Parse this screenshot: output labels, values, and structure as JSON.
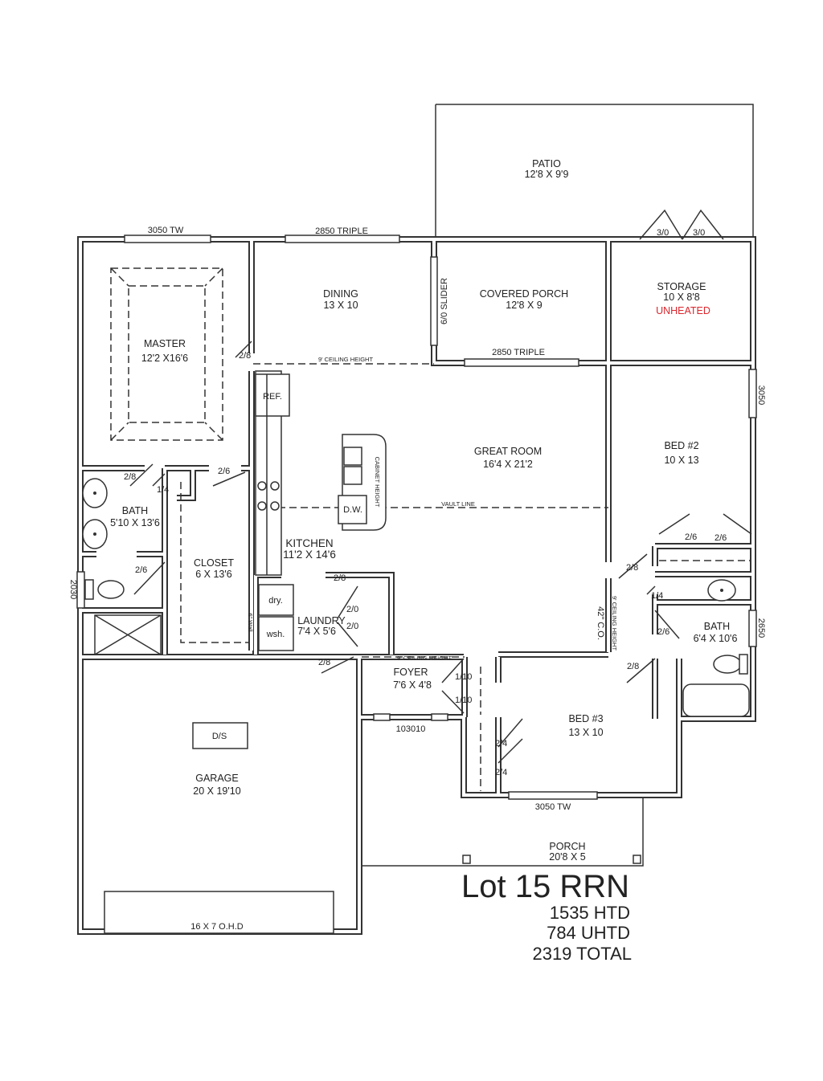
{
  "plan": {
    "rooms": {
      "patio": {
        "name": "PATIO",
        "size": "12'8 X 9'9"
      },
      "dining": {
        "name": "DINING",
        "size": "13 X 10"
      },
      "covered_porch": {
        "name": "COVERED PORCH",
        "size": "12'8 X 9"
      },
      "storage": {
        "name": "STORAGE",
        "size": "10 X 8'8",
        "note": "UNHEATED"
      },
      "master": {
        "name": "MASTER",
        "size": "12'2 X16'6"
      },
      "great_room": {
        "name": "GREAT ROOM",
        "size": "16'4 X 21'2"
      },
      "bed2": {
        "name": "BED #2",
        "size": "10 X 13"
      },
      "master_bath": {
        "name": "BATH",
        "size": "5'10 X 13'6"
      },
      "closet": {
        "name": "CLOSET",
        "size": "6 X 13'6"
      },
      "kitchen": {
        "name": "KITCHEN",
        "size": "11'2 X 14'6"
      },
      "laundry": {
        "name": "LAUNDRY",
        "size": "7'4 X 5'6"
      },
      "bath2": {
        "name": "BATH",
        "size": "6'4 X 10'6"
      },
      "foyer": {
        "name": "FOYER",
        "size": "7'6 X 4'8"
      },
      "bed3": {
        "name": "BED #3",
        "size": "13 X 10"
      },
      "garage": {
        "name": "GARAGE",
        "size": "20 X 19'10"
      },
      "porch": {
        "name": "PORCH",
        "size": "20'8 X 5"
      }
    },
    "windows": {
      "master_top": "3050 TW",
      "dining_top": "2850 TRIPLE",
      "porch_triple": "2850 TRIPLE",
      "slider": "6/0 SLIDER",
      "bed2_side": "3050",
      "bath_side": "2030",
      "bath2_side": "2650",
      "bed3_bottom": "3050 TW",
      "front_door": "103010",
      "garage_door": "16 X 7 O.H.D"
    },
    "doors": {
      "storage_left": "3/0",
      "storage_right": "3/0",
      "master_door": "2/8",
      "bath_door": "2/8",
      "wc_door": "2/6",
      "linen": "1/4",
      "closet_door": "2/6",
      "laundry_door": "2/8",
      "laundry_closet_a": "2/0",
      "laundry_closet_b": "2/0",
      "garage_entry": "2/8",
      "foyer_closet_a": "1/10",
      "foyer_closet_b": "1/10",
      "bed2_door": "2/8",
      "bed2_closet_a": "2/6",
      "bed2_closet_b": "2/6",
      "bath2_linen": "1/4",
      "bath2_door": "2/6",
      "bed3_door": "2/8",
      "bed3_closet_a": "2/4",
      "bed3_closet_b": "2/4"
    },
    "notes": {
      "ceiling_dining": "9' CEILING HEIGHT",
      "ceiling_foyer": "9' CEILING HEIGHT",
      "ceiling_hall": "9' CEILING HEIGHT",
      "vault": "VAULT LINE",
      "cabinet": "CABINET HEIGHT",
      "co": "42\" C.O.",
      "wall": "6\" Wall"
    },
    "fixtures": {
      "ref": "REF.",
      "dw": "D.W.",
      "dryer": "dry.",
      "washer": "wsh.",
      "ds": "D/S"
    }
  },
  "summary": {
    "title": "Lot 15 RRN",
    "heated": "1535 HTD",
    "unheated": "784 UHTD",
    "total": "2319 TOTAL"
  },
  "colors": {
    "unheated_note": "#d9262c",
    "lines": "#333333"
  }
}
